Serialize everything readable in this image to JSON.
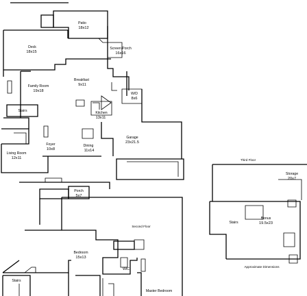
{
  "rooms": {
    "patio": {
      "name": "Patio",
      "dims": "18x12"
    },
    "deck": {
      "name": "Deck",
      "dims": "18x15"
    },
    "screen_porch": {
      "name": "Screen Porch",
      "dims": "16x16"
    },
    "breakfast": {
      "name": "Breakfast",
      "dims": "9x11"
    },
    "family_room": {
      "name": "Family Room",
      "dims": "19x18"
    },
    "wd": {
      "name": "W/D",
      "dims": "8x6"
    },
    "kitchen": {
      "name": "Kitchen",
      "dims": "13x11"
    },
    "stairs_main": {
      "name": "Stairs"
    },
    "garage": {
      "name": "Garage",
      "dims": "23x21.5"
    },
    "foyer": {
      "name": "Foyer",
      "dims": "10x8"
    },
    "dining": {
      "name": "Dining",
      "dims": "11x14"
    },
    "living_room": {
      "name": "Living Room",
      "dims": "12x11"
    },
    "porch": {
      "name": "Porch",
      "dims": "5x7"
    },
    "bedroom": {
      "name": "Bedroom",
      "dims": "15x13"
    },
    "wic": {
      "name": "WIC"
    },
    "stairs_second": {
      "name": "Stairs"
    },
    "master_bedroom": {
      "name": "Master Bedroom"
    },
    "stairs_third": {
      "name": "Stairs"
    },
    "bonus": {
      "name": "Bonus",
      "dims": "19.5x23"
    },
    "storage": {
      "name": "Storage",
      "dims": "20x7"
    }
  },
  "captions": {
    "second_floor": "Second Floor",
    "third_floor": "Third Floor",
    "approx": "Approximate Dimensions"
  }
}
